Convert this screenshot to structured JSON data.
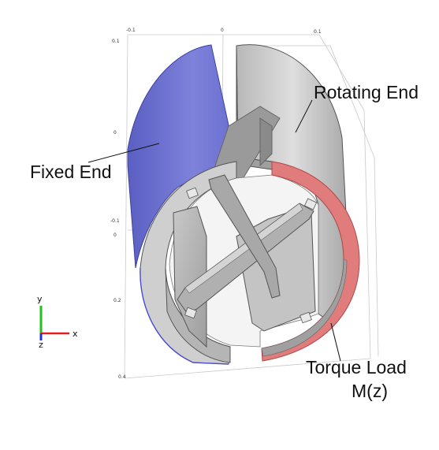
{
  "labels": {
    "rotating_end": "Rotating End",
    "fixed_end": "Fixed End",
    "torque_load_line1": "Torque Load",
    "torque_load_line2": "M(z)"
  },
  "axis_ticks": {
    "top": [
      "-0.1",
      "0",
      "0.1"
    ],
    "left": [
      "0.1",
      "0",
      "-0.1"
    ],
    "front": [
      "0",
      "0.2",
      "0.4"
    ]
  },
  "triad": {
    "x": "x",
    "y": "y",
    "z": "z"
  },
  "colors": {
    "fixed_end": "#7b7fd6",
    "fixed_end_dark": "#5a5fc2",
    "torque_load": "#e07c7c",
    "body_light": "#d6d6d6",
    "body_mid": "#bdbdbd",
    "body_dark": "#9a9a9a",
    "x_axis": "#e02020",
    "y_axis": "#20c020",
    "z_axis": "#2030e0"
  }
}
